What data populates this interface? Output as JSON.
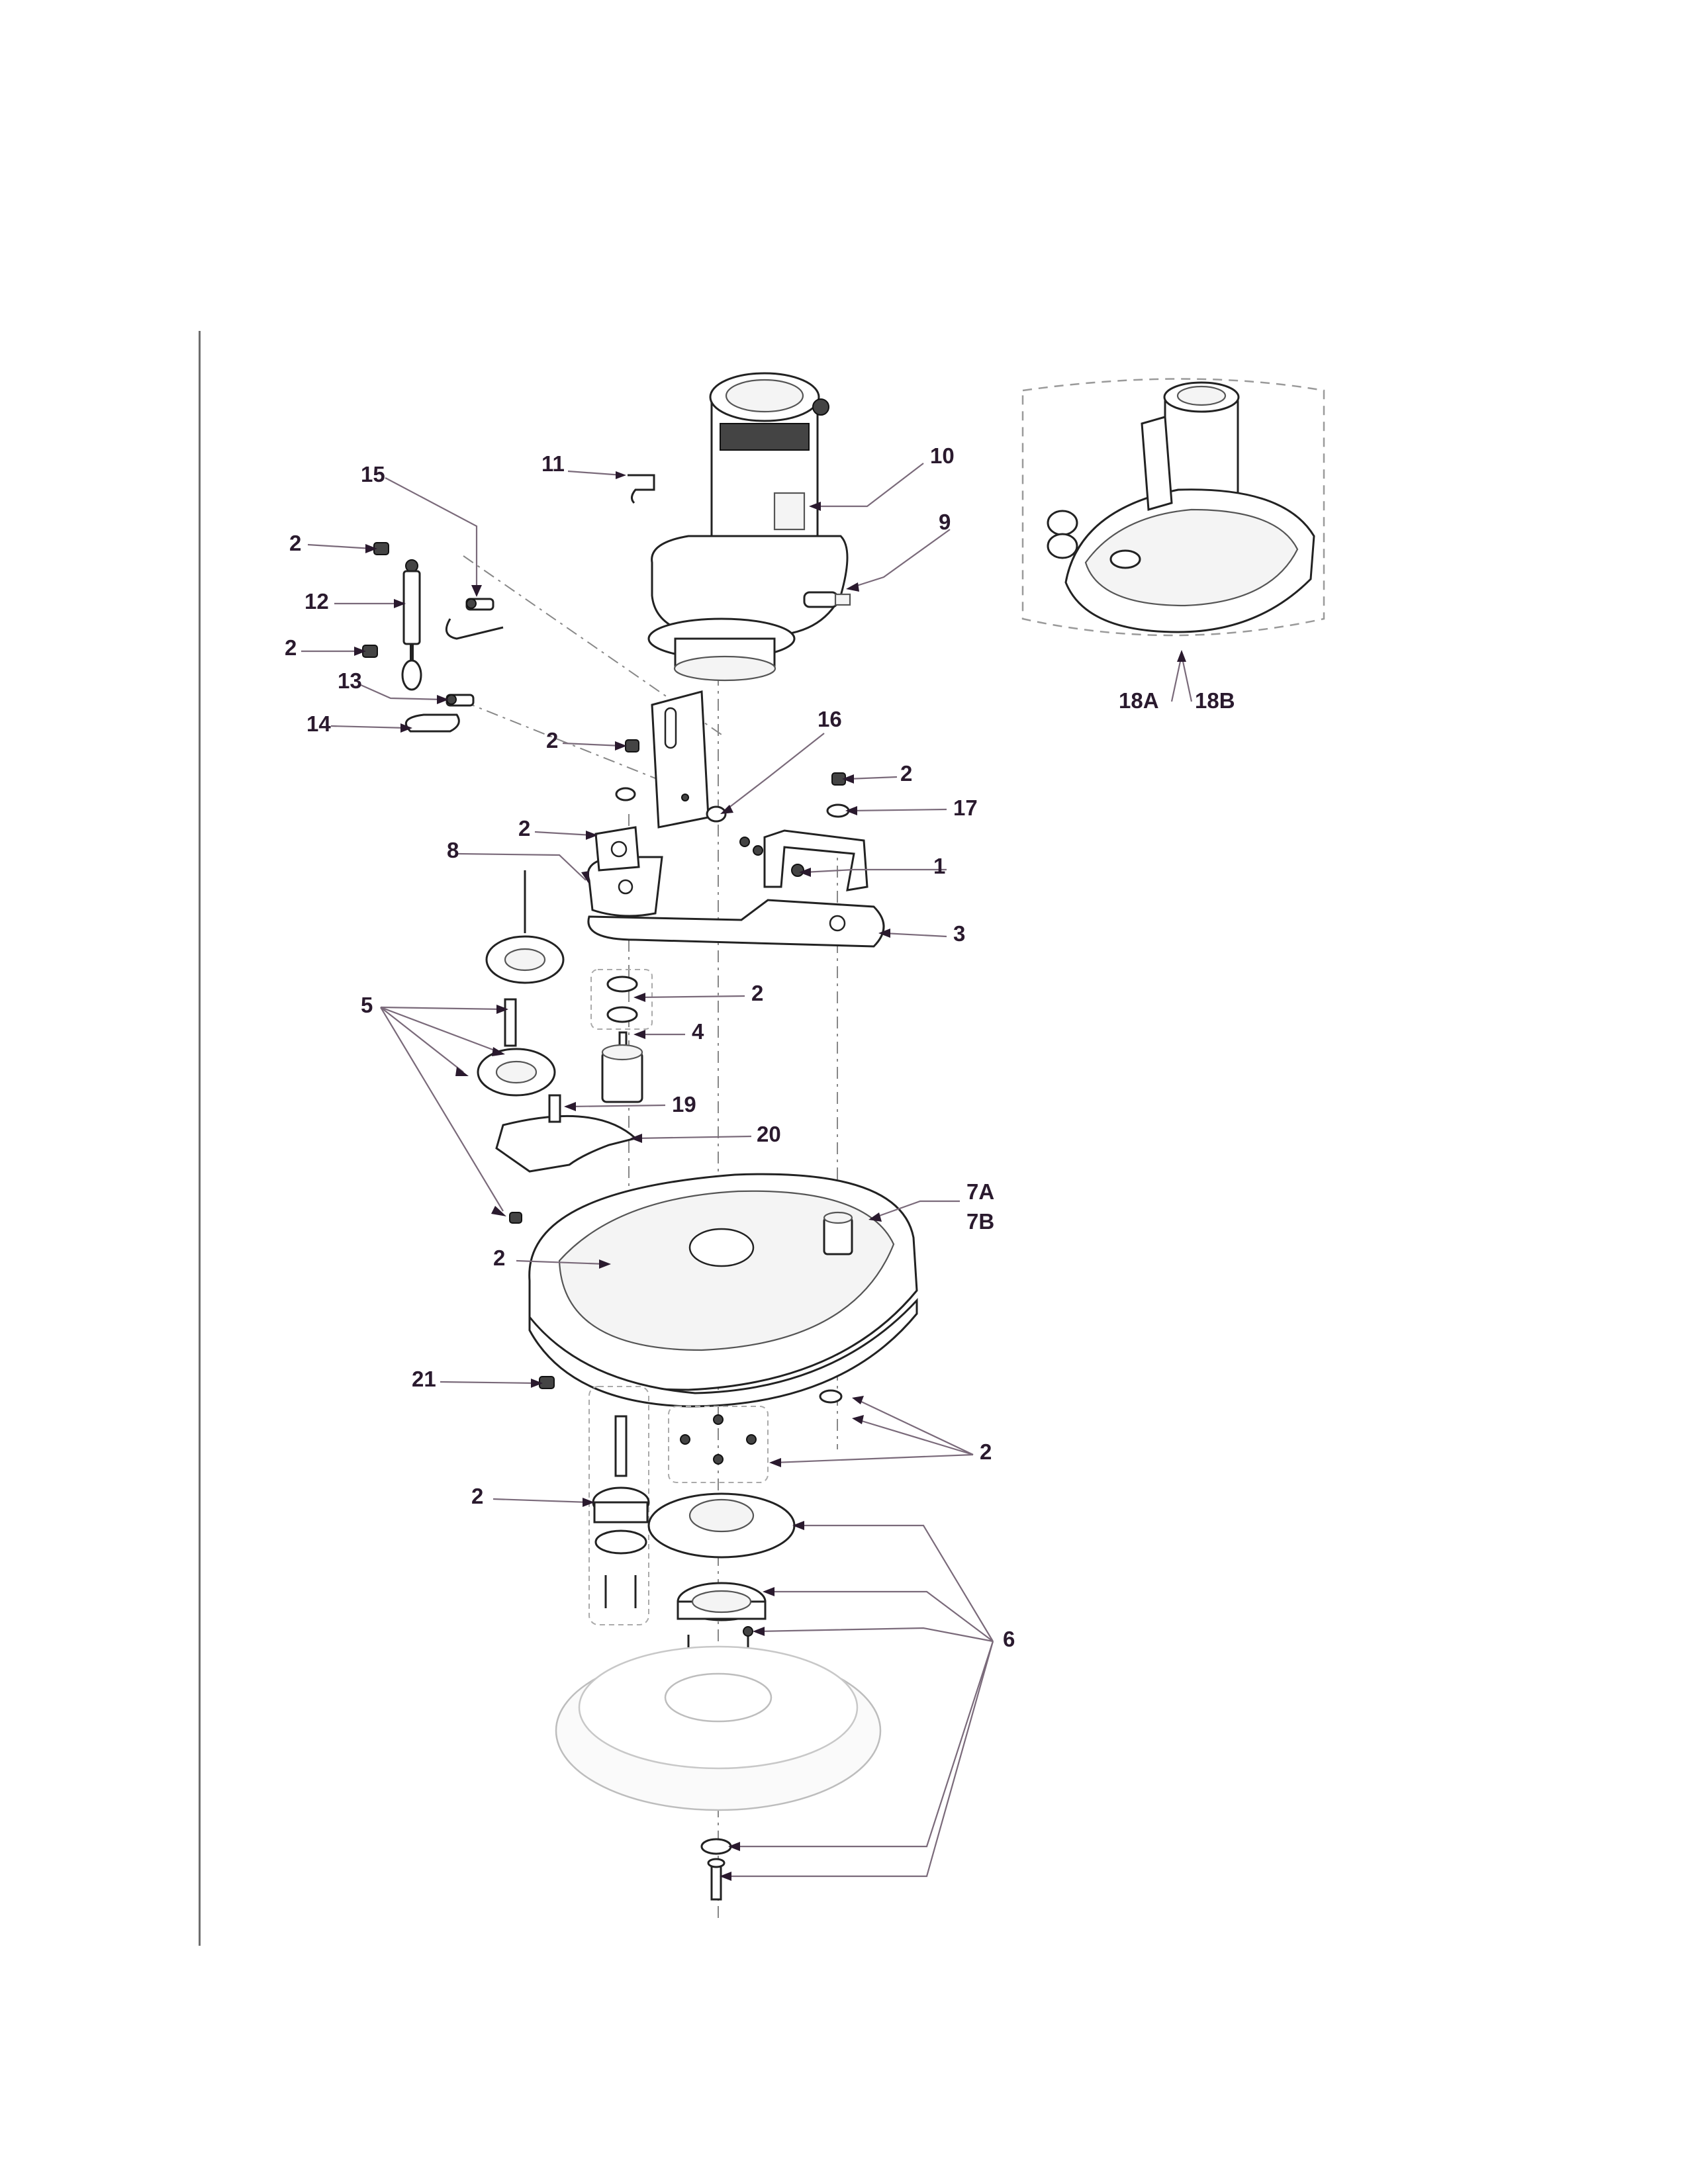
{
  "diagram": {
    "callouts": [
      {
        "id": "c-1",
        "text": "1"
      },
      {
        "id": "c-2a",
        "text": "2"
      },
      {
        "id": "c-2b",
        "text": "2"
      },
      {
        "id": "c-2c",
        "text": "2"
      },
      {
        "id": "c-2d",
        "text": "2"
      },
      {
        "id": "c-2e",
        "text": "2"
      },
      {
        "id": "c-2f",
        "text": "2"
      },
      {
        "id": "c-2g",
        "text": "2"
      },
      {
        "id": "c-2h",
        "text": "2"
      },
      {
        "id": "c-2i",
        "text": "2"
      },
      {
        "id": "c-3",
        "text": "3"
      },
      {
        "id": "c-4",
        "text": "4"
      },
      {
        "id": "c-5",
        "text": "5"
      },
      {
        "id": "c-6",
        "text": "6"
      },
      {
        "id": "c-7a",
        "text": "7A"
      },
      {
        "id": "c-7b",
        "text": "7B"
      },
      {
        "id": "c-8",
        "text": "8"
      },
      {
        "id": "c-9",
        "text": "9"
      },
      {
        "id": "c-10",
        "text": "10"
      },
      {
        "id": "c-11",
        "text": "11"
      },
      {
        "id": "c-12",
        "text": "12"
      },
      {
        "id": "c-13",
        "text": "13"
      },
      {
        "id": "c-14",
        "text": "14"
      },
      {
        "id": "c-15",
        "text": "15"
      },
      {
        "id": "c-16",
        "text": "16"
      },
      {
        "id": "c-17",
        "text": "17"
      },
      {
        "id": "c-18a",
        "text": "18A"
      },
      {
        "id": "c-18b",
        "text": "18B"
      },
      {
        "id": "c-19",
        "text": "19"
      },
      {
        "id": "c-20",
        "text": "20"
      },
      {
        "id": "c-21",
        "text": "21"
      }
    ]
  }
}
